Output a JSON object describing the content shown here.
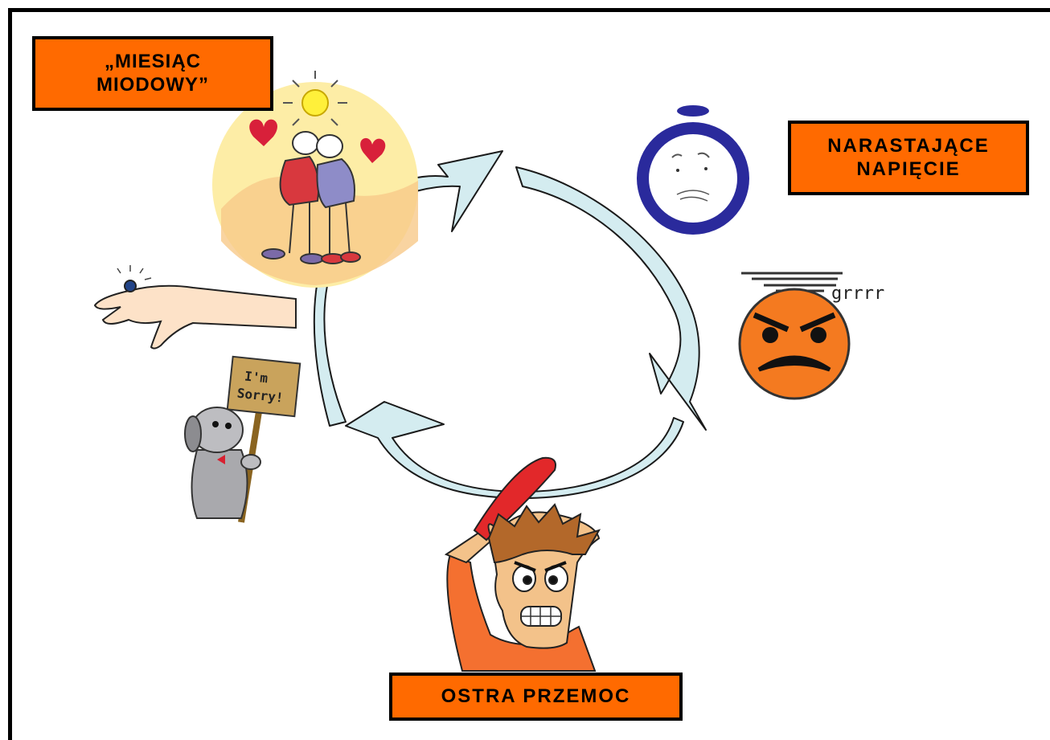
{
  "labels": {
    "honeymoon": "„MIESIĄC\nMIODOWY”",
    "tension": "NARASTAJĄCE\nNAPIĘCIE",
    "violence": "OSTRA PRZEMOC"
  },
  "illustrations": {
    "growl_text": "grrrr",
    "sign_line1": "I'm",
    "sign_line2": "Sorry!"
  },
  "colors": {
    "label_fill": "#ff6a00",
    "arrow_fill": "#d4ecf0",
    "angry_face": "#f47a20",
    "worried_face_ring": "#2a2a9c"
  },
  "icons": [
    "couple-icon",
    "sun-icon",
    "heart-icon",
    "worried-face-icon",
    "angry-face-icon",
    "ring-hand-icon",
    "sorry-dog-icon",
    "angry-man-icon",
    "cycle-arrow-icon"
  ]
}
